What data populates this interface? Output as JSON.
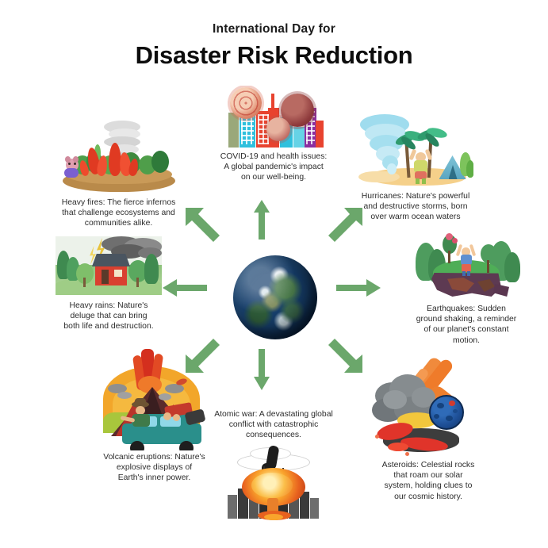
{
  "title": {
    "line1": "International Day for",
    "line2": "Disaster Risk Reduction"
  },
  "center": {
    "label": "Earth globe"
  },
  "theme": {
    "arrow_color": "#6ba76b",
    "text_color": "#2c2c2c",
    "background": "#ffffff"
  },
  "nodes": [
    {
      "id": "covid",
      "icon": "virus-city-icon",
      "caption": "COVID-19 and health issues:\nA global pandemic's impact\non our well-being.",
      "arrow": "up"
    },
    {
      "id": "hurricanes",
      "icon": "hurricane-icon",
      "caption": "Hurricanes: Nature's powerful\nand destructive storms, born\nover warm ocean waters",
      "arrow": "up-right"
    },
    {
      "id": "earthquakes",
      "icon": "earthquake-icon",
      "caption": "Earthquakes: Sudden\nground shaking, a reminder\nof our planet's constant\nmotion.",
      "arrow": "right"
    },
    {
      "id": "asteroids",
      "icon": "asteroid-icon",
      "caption": "Asteroids: Celestial rocks\nthat roam our solar\nsystem, holding clues to\nour cosmic history.",
      "arrow": "down-right"
    },
    {
      "id": "atomic-war",
      "icon": "nuclear-explosion-icon",
      "caption": "Atomic war: A devastating global\nconflict with catastrophic\nconsequences.",
      "arrow": "down"
    },
    {
      "id": "volcanic-eruptions",
      "icon": "volcano-icon",
      "caption": "Volcanic eruptions: Nature's\nexplosive displays of\nEarth's inner power.",
      "arrow": "down-left"
    },
    {
      "id": "heavy-rains",
      "icon": "rain-house-icon",
      "caption": "Heavy rains: Nature's\ndeluge that can bring\nboth life and destruction.",
      "arrow": "left"
    },
    {
      "id": "heavy-fires",
      "icon": "wildfire-icon",
      "caption": "Heavy fires: The fierce infernos\nthat challenge ecosystems and\ncommunities alike.",
      "arrow": "up-left"
    }
  ]
}
